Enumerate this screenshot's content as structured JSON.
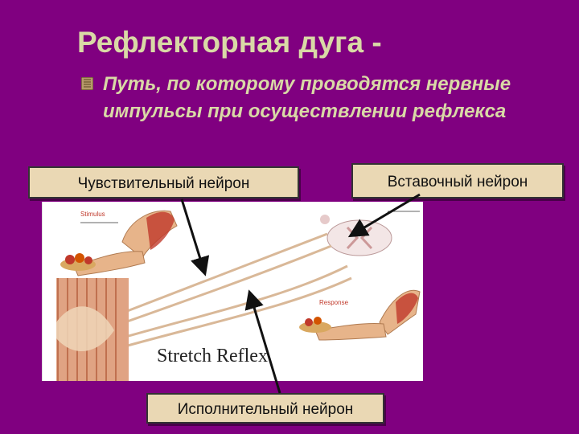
{
  "slide": {
    "title": "Рефлекторная дуга -",
    "bullet": "Путь, по которому проводятся нервные импульсы при осуществлении рефлекса"
  },
  "labels": {
    "sensory": "Чувствительный нейрон",
    "interneuron": "Вставочный нейрон",
    "motor": "Исполнительный нейрон"
  },
  "illustration": {
    "caption": "Stretch Reflex",
    "tag_top_left": "Stimulus",
    "tag_bottom_right": "Response"
  },
  "colors": {
    "background": "#800080",
    "text": "#d9d9a6",
    "label_box": "#ead8b4"
  }
}
